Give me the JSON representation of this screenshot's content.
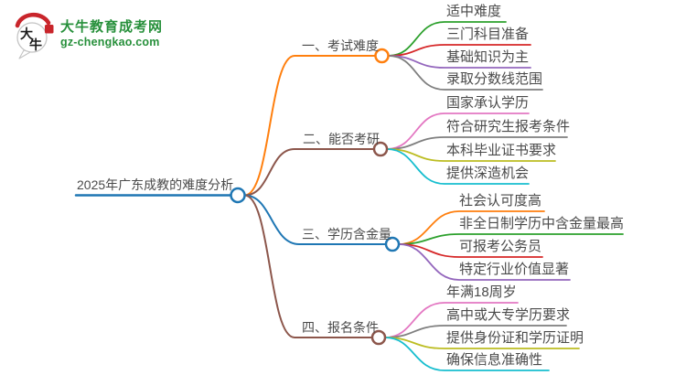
{
  "logo": {
    "title": "大牛教育成考网",
    "domain": "gz-chengkao.com",
    "icon_char_1": "大",
    "icon_char_2": "牛",
    "green": "#27903b",
    "red": "#c9252b"
  },
  "root": {
    "label": "2025年广东成教的难度分析",
    "color": "#1f77b4"
  },
  "branches": [
    {
      "label": "一、考试难度",
      "color": "#ff7f0e",
      "children": [
        {
          "label": "适中难度",
          "color": "#2ca02c"
        },
        {
          "label": "三门科目准备",
          "color": "#d62728"
        },
        {
          "label": "基础知识为主",
          "color": "#9467bd"
        },
        {
          "label": "录取分数线范围",
          "color": "#7f7f7f"
        }
      ]
    },
    {
      "label": "二、能否考研",
      "color": "#8c564b",
      "children": [
        {
          "label": "国家承认学历",
          "color": "#e377c2"
        },
        {
          "label": "符合研究生报考条件",
          "color": "#7f7f7f"
        },
        {
          "label": "本科毕业证书要求",
          "color": "#bcbd22"
        },
        {
          "label": "提供深造机会",
          "color": "#17becf"
        }
      ]
    },
    {
      "label": "三、学历含金量",
      "color": "#1f77b4",
      "children": [
        {
          "label": "社会认可度高",
          "color": "#ff7f0e"
        },
        {
          "label": "非全日制学历中含金量最高",
          "color": "#2ca02c"
        },
        {
          "label": "可报考公务员",
          "color": "#d62728"
        },
        {
          "label": "特定行业价值显著",
          "color": "#9467bd"
        }
      ]
    },
    {
      "label": "四、报名条件",
      "color": "#8c564b",
      "children": [
        {
          "label": "年满18周岁",
          "color": "#e377c2"
        },
        {
          "label": "高中或大专学历要求",
          "color": "#7f7f7f"
        },
        {
          "label": "提供身份证和学历证明",
          "color": "#bcbd22"
        },
        {
          "label": "确保信息准确性",
          "color": "#17becf"
        }
      ]
    }
  ]
}
